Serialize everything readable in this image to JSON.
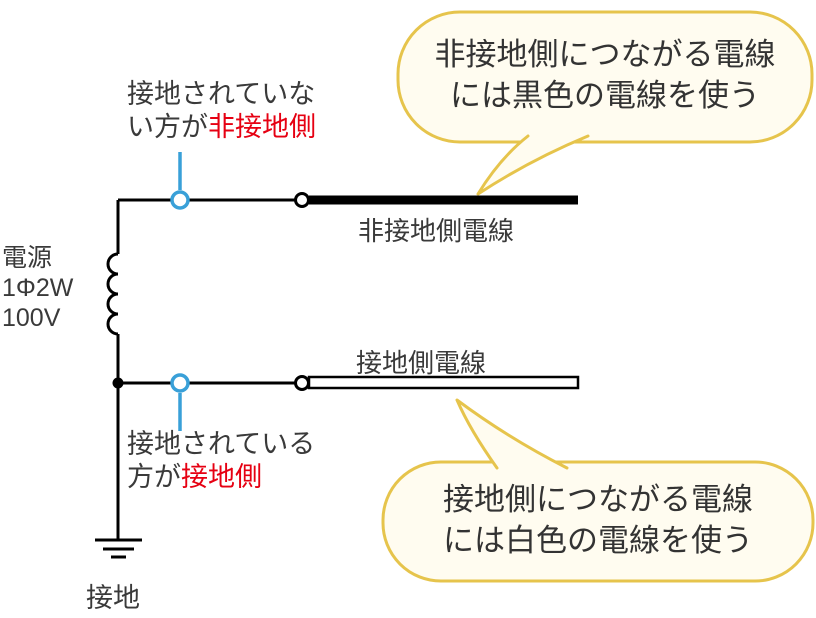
{
  "colors": {
    "text": "#3a3a3a",
    "accent_red": "#e60012",
    "marker_blue": "#39a0d8",
    "bubble_border": "#e6c44c",
    "bubble_fill": "#fffcf0",
    "wire_black": "#000000",
    "wire_white_fill": "#ffffff"
  },
  "power_source": {
    "line1": "電源",
    "line2": "1Φ2W",
    "line3": "100V"
  },
  "annotations": {
    "ungrounded": {
      "line1": "接地されていな",
      "line2_plain": "い方が",
      "line2_red": "非接地側"
    },
    "grounded": {
      "line1": "接地されている",
      "line2_plain": "方が",
      "line2_red": "接地側"
    }
  },
  "wire_labels": {
    "ungrounded": "非接地側電線",
    "grounded": "接地側電線"
  },
  "ground_label": "接地",
  "callouts": {
    "top": {
      "line1": "非接地側につながる電線",
      "line2": "には黒色の電線を使う"
    },
    "bottom": {
      "line1": "接地側につながる電線",
      "line2": "には白色の電線を使う"
    }
  }
}
